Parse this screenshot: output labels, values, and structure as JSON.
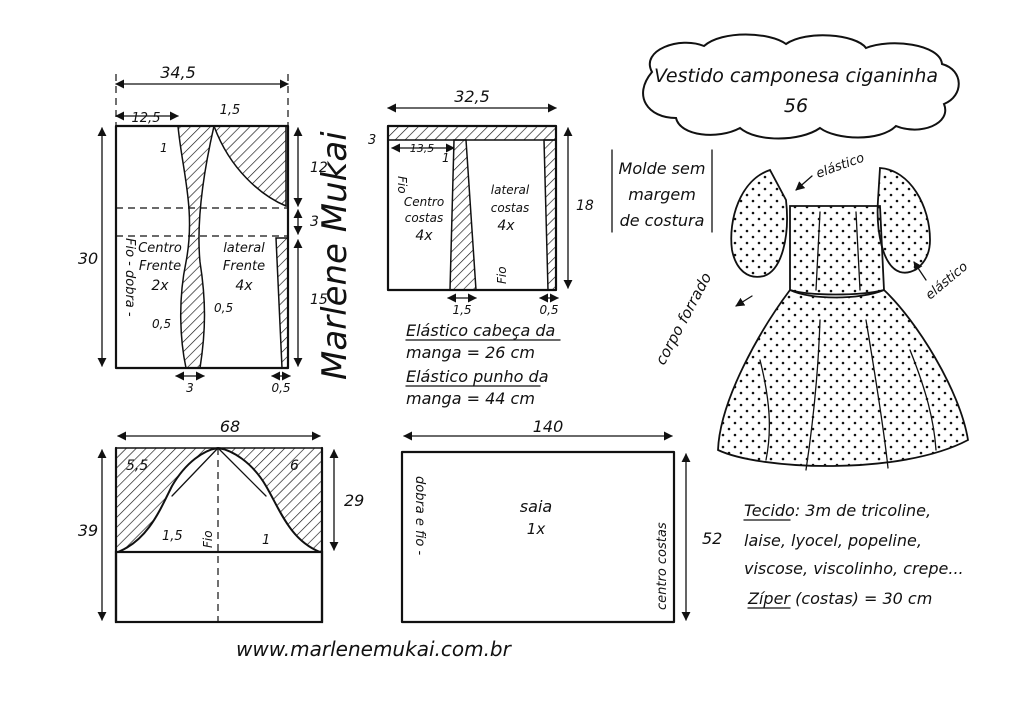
{
  "title": {
    "line1": "Vestido camponesa ciganinha",
    "line2": "56"
  },
  "note": {
    "line1": "Molde sem",
    "line2": "margem",
    "line3": "de costura"
  },
  "front": {
    "width_total": "34,5",
    "width_center": "12,5",
    "top_offset": "1,5",
    "height_total": "30",
    "height_top": "12",
    "height_mid": "3",
    "height_bottom": "15",
    "mark_1": "1",
    "mark_05_left": "0,5",
    "mark_05_right": "0,5",
    "bottom_3": "3",
    "bottom_05": "0,5",
    "grain": "Fio - dobra -",
    "piece_center_name": "Centro",
    "piece_center_name2": "Frente",
    "piece_center_qty": "2x",
    "piece_side_name": "lateral",
    "piece_side_name2": "Frente",
    "piece_side_qty": "4x"
  },
  "back": {
    "width_total": "32,5",
    "width_center": "13,5",
    "top_3": "3",
    "top_1": "1",
    "height": "18",
    "bottom_15": "1,5",
    "bottom_05": "0,5",
    "piece_center_name": "Centro",
    "piece_center_name2": "costas",
    "piece_center_qty": "4x",
    "piece_side_name": "lateral",
    "piece_side_name2": "costas",
    "piece_side_qty": "4x",
    "grain_left": "Fio",
    "grain_right": "Fio"
  },
  "signature": "Marlene Mukai",
  "elastic": {
    "line1": "Elástico cabeça da",
    "line2": "manga = 26 cm",
    "line3": "Elástico punho da",
    "line4": "manga = 44 cm"
  },
  "sleeve": {
    "width": "68",
    "height_total": "39",
    "height_cap": "29",
    "mark_55": "5,5",
    "mark_6": "6",
    "mark_15": "1,5",
    "mark_1": "1",
    "grain": "Fio"
  },
  "skirt": {
    "width": "140",
    "height": "52",
    "name": "saia",
    "qty": "1x",
    "fold_label": "dobra e fio -",
    "center_label": "centro costas"
  },
  "dress_labels": {
    "elastic_top": "elástico",
    "elastic_bottom": "elástico",
    "lined_body": "corpo forrado"
  },
  "fabric": {
    "line1": "Tecido: 3m  de tricoline,",
    "line2": "laise, lyocel, popeline,",
    "line3": "viscose, viscolinho, crepe...",
    "line4": "Zíper (costas) = 30 cm"
  },
  "website": "www.marlenemukai.com.br"
}
